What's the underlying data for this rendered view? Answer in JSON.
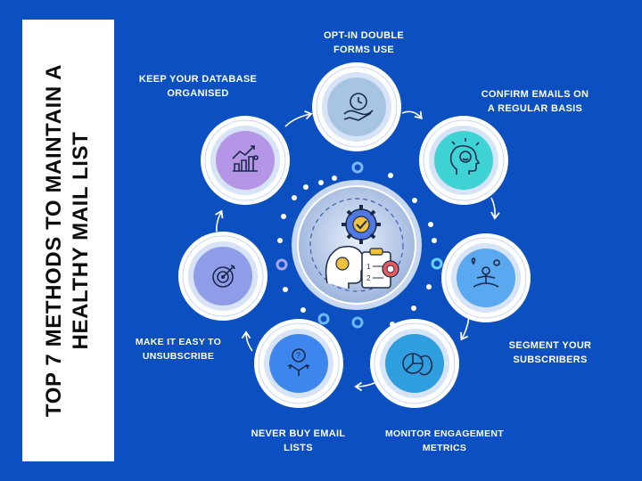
{
  "title": "TOP 7 METHODS TO MAINTAIN A HEALTHY MAIL LIST",
  "colors": {
    "background": "#0b4fc0",
    "panel": "#ffffff",
    "label_text": "#ffffff",
    "title_text": "#0d0d0d"
  },
  "steps": [
    {
      "label": "OPT-IN DOUBLE\nFORMS USE",
      "icon": "clock-hand-icon",
      "color": "#a8c4e3"
    },
    {
      "label": "CONFIRM EMAILS ON\nA REGULAR BASIS",
      "icon": "head-smile-icon",
      "color": "#3fd3d6"
    },
    {
      "label": "SEGMENT YOUR\nSUBSCRIBERS",
      "icon": "meditation-icon",
      "color": "#5aa8ef"
    },
    {
      "label": "MONITOR ENGAGEMENT\nMETRICS",
      "icon": "pie-chart-icon",
      "color": "#2f9fe0"
    },
    {
      "label": "NEVER BUY EMAIL\nLISTS",
      "icon": "decision-icon",
      "color": "#3d86ee"
    },
    {
      "label": "MAKE IT EASY TO\nUNSUBSCRIBE",
      "icon": "target-icon",
      "color": "#8f9ce8"
    },
    {
      "label": "KEEP YOUR DATABASE\nORGANISED",
      "icon": "growth-chart-icon",
      "color": "#b596e6"
    }
  ],
  "center_icon": "gear-head-clipboard-icon"
}
